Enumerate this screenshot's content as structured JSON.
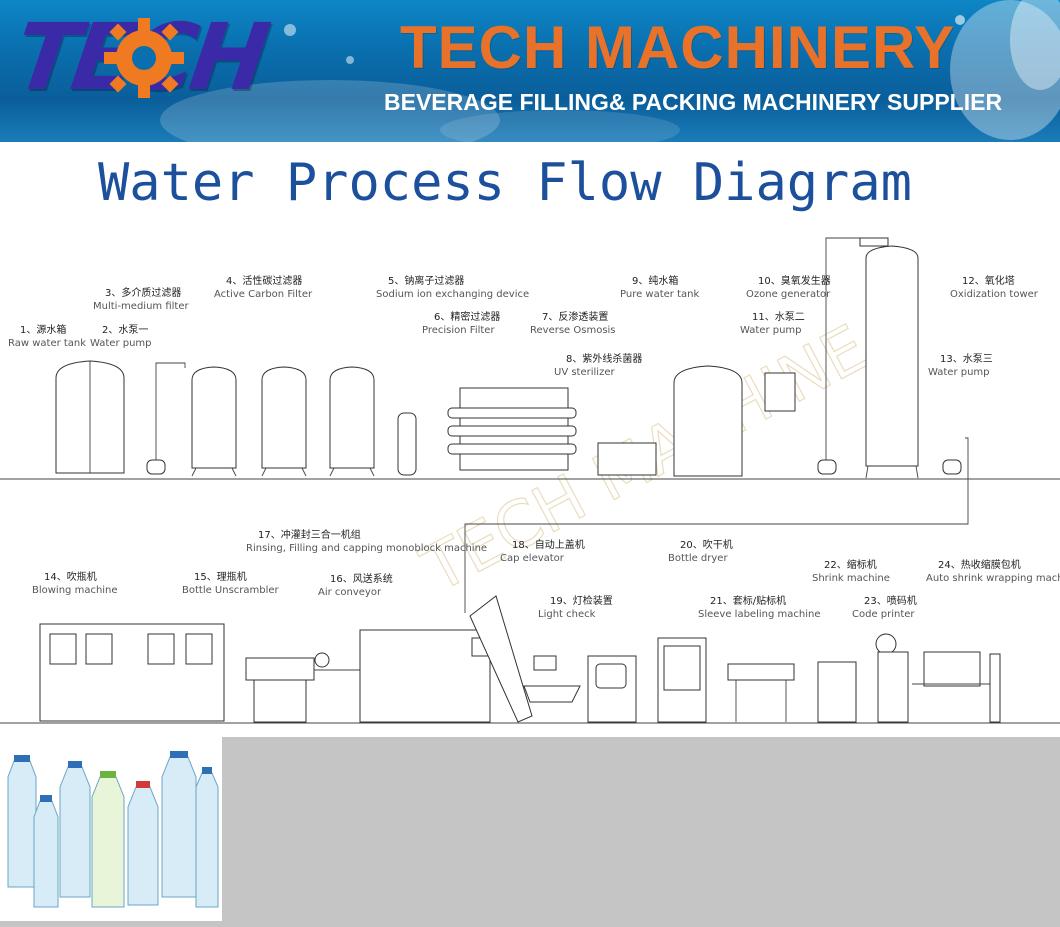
{
  "banner": {
    "logo_text": "TECH",
    "brand_title": "TECH MACHINERY",
    "brand_subtitle": "BEVERAGE FILLING& PACKING MACHINERY SUPPLIER",
    "colors": {
      "banner_blue": "#0a6fae",
      "brand_orange": "#e8722a",
      "logo_purple": "#3a2aa8"
    }
  },
  "diagram": {
    "title": "Water Process Flow Diagram",
    "watermark": "TECH MACHINE",
    "title_color": "#1c4f9c",
    "water_line": [
      {
        "zh": "1、源水箱",
        "en": "Raw water tank"
      },
      {
        "zh": "2、水泵一",
        "en": "Water pump"
      },
      {
        "zh": "3、多介质过滤器",
        "en": "Multi-medium filter"
      },
      {
        "zh": "4、活性碳过滤器",
        "en": "Active Carbon Filter"
      },
      {
        "zh": "5、钠离子过滤器",
        "en": "Sodium ion exchanging device"
      },
      {
        "zh": "6、精密过滤器",
        "en": "Precision Filter"
      },
      {
        "zh": "7、反渗透装置",
        "en": "Reverse Osmosis"
      },
      {
        "zh": "8、紫外线杀菌器",
        "en": "UV sterilizer"
      },
      {
        "zh": "9、纯水箱",
        "en": "Pure water tank"
      },
      {
        "zh": "10、臭氧发生器",
        "en": "Ozone generator"
      },
      {
        "zh": "11、水泵二",
        "en": "Water pump"
      },
      {
        "zh": "12、氧化塔",
        "en": "Oxidization tower"
      },
      {
        "zh": "13、水泵三",
        "en": "Water pump"
      }
    ],
    "bottling_line": [
      {
        "zh": "14、吹瓶机",
        "en": "Blowing machine"
      },
      {
        "zh": "15、理瓶机",
        "en": "Bottle Unscrambler"
      },
      {
        "zh": "16、风送系统",
        "en": "Air conveyor"
      },
      {
        "zh": "17、冲灌封三合一机组",
        "en": "Rinsing, Filling and capping monoblock machine"
      },
      {
        "zh": "18、自动上盖机",
        "en": "Cap elevator"
      },
      {
        "zh": "19、灯检装置",
        "en": "Light check"
      },
      {
        "zh": "20、吹干机",
        "en": "Bottle dryer"
      },
      {
        "zh": "21、套标/贴标机",
        "en": "Sleeve labeling machine"
      },
      {
        "zh": "22、缩标机",
        "en": "Shrink machine"
      },
      {
        "zh": "23、喷码机",
        "en": "Code printer"
      },
      {
        "zh": "24、热收缩膜包机",
        "en": "Auto shrink wrapping machine"
      }
    ]
  },
  "photo": {
    "subject": "bottles-photo"
  }
}
